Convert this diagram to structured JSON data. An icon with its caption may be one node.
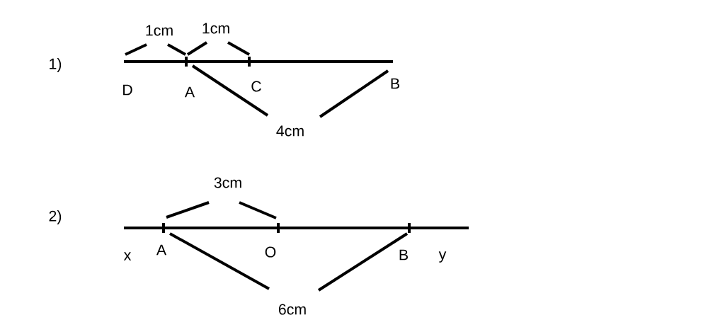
{
  "diagram": {
    "labels": [
      "1)",
      "1cm",
      "1cm",
      "D",
      "A",
      "C",
      "B",
      "4cm",
      "2)",
      "3cm",
      "x",
      "A",
      "O",
      "B",
      "y",
      "6cm"
    ]
  }
}
